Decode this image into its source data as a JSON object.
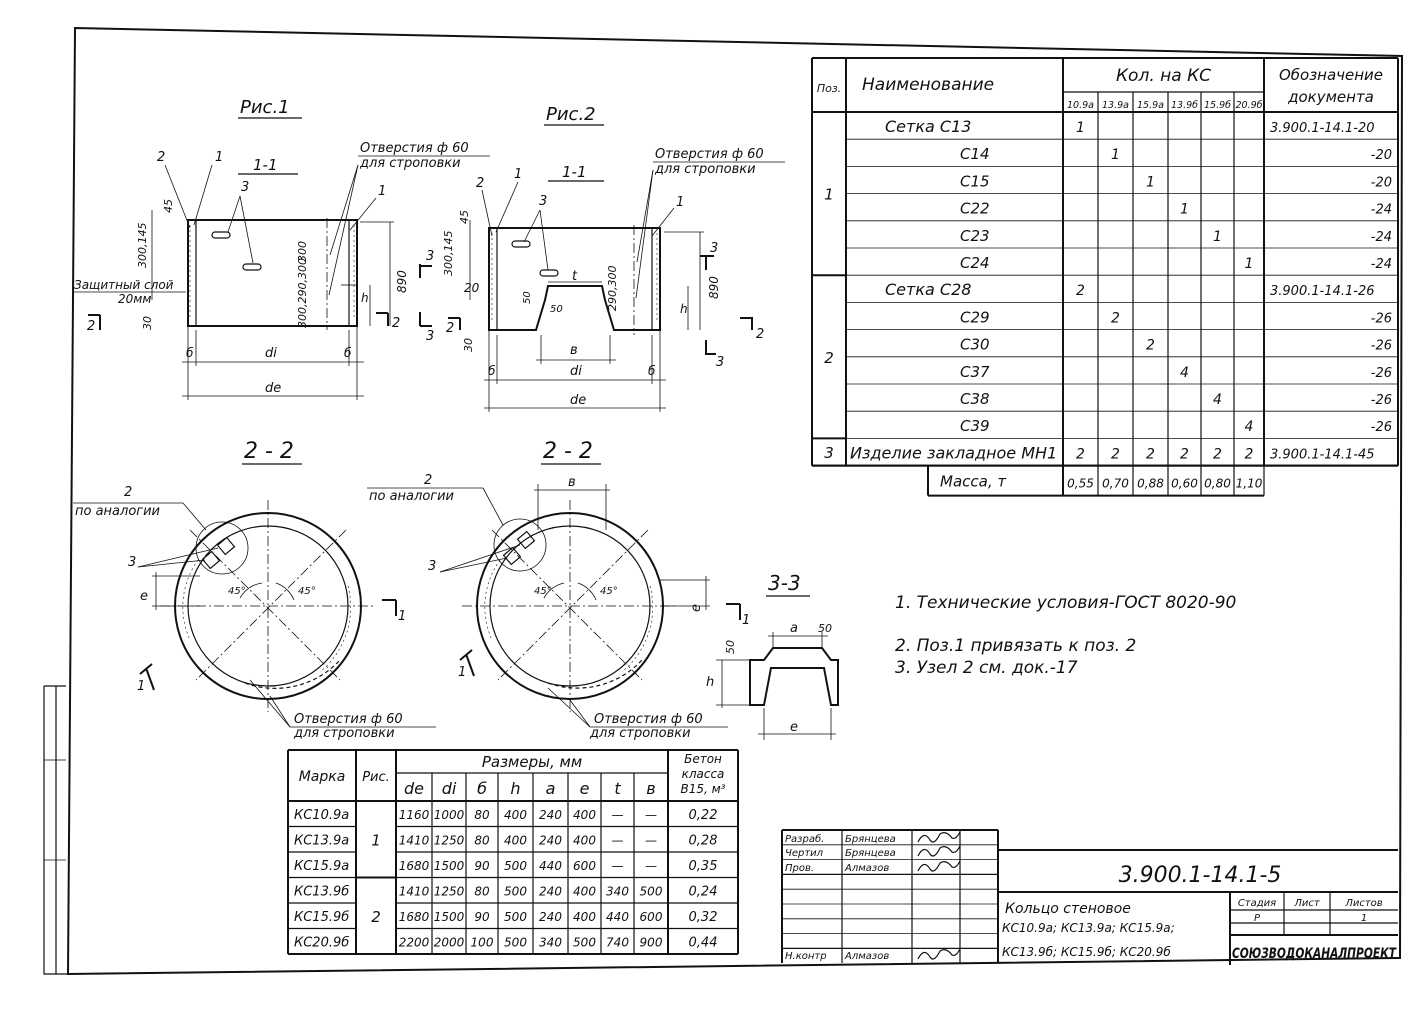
{
  "fig1": {
    "title": "Рис.1",
    "section": "1-1",
    "leader_2": "2",
    "leader_1": "1",
    "leader_3": "3",
    "hole_line1": "Отверстия ф 60",
    "hole_line2": "для строповки",
    "protective_line1": "Защитный слой",
    "protective_line2": "20мм",
    "dims": {
      "d45": "45",
      "d145": "300,145",
      "d300a": "300",
      "d30": "30",
      "d300b": "300,290,300",
      "d890": "890",
      "h": "h",
      "b": "б",
      "di": "di",
      "de": "de"
    },
    "cut2": "2",
    "cut3": "3"
  },
  "fig2": {
    "title": "Рис.2",
    "section": "1-1",
    "leader_2": "2",
    "leader_1": "1",
    "leader_3": "3",
    "hole_line1": "Отверстия ф 60",
    "hole_line2": "для строповки",
    "dims": {
      "d45": "45",
      "d145": "300,145",
      "d20": "20",
      "d30": "30",
      "d50a": "50",
      "d50b": "50",
      "t": "t",
      "d300b": "290,300",
      "d890": "890",
      "h": "h",
      "b": "б",
      "v": "в",
      "di": "di",
      "de": "de"
    },
    "cut2": "2",
    "cut3": "3"
  },
  "plan1": {
    "title": "2 - 2",
    "note_num": "2",
    "note_text": "по аналогии",
    "leader_3": "3",
    "e": "e",
    "a45a": "45°",
    "a45b": "45°",
    "cut_num": "1",
    "hole_line1": "Отверстия ф 60",
    "hole_line2": "для строповки"
  },
  "plan2": {
    "title": "2 - 2",
    "note_num": "2",
    "note_text": "по аналогии",
    "leader_3": "3",
    "v": "в",
    "e": "e",
    "a45a": "45°",
    "a45b": "45°",
    "cut_num": "1",
    "hole_line1": "Отверстия ф 60",
    "hole_line2": "для строповки"
  },
  "sec33": {
    "title": "3-3",
    "a": "a",
    "d50a": "50",
    "d50b": "50",
    "h": "h",
    "e": "e"
  },
  "notes": [
    "1. Технические условия-ГОСТ 8020-90",
    "2. Поз.1 привязать к поз. 2",
    "3. Узел 2 см. док.-17"
  ],
  "spec": {
    "headers": {
      "pos": "Поз.",
      "name": "Наименование",
      "qty": "Кол. на КС",
      "doc1": "Обозначение",
      "doc2": "документа"
    },
    "cols": [
      "10.9а",
      "13.9а",
      "15.9а",
      "13.9б",
      "15.9б",
      "20.9б"
    ],
    "rows": [
      {
        "name": "Сетка  С13",
        "q": [
          "1",
          "",
          "",
          "",
          "",
          ""
        ],
        "doc": "3.900.1-14.1-20"
      },
      {
        "name": "С14",
        "q": [
          "",
          "1",
          "",
          "",
          "",
          ""
        ],
        "doc": "-20"
      },
      {
        "name": "С15",
        "q": [
          "",
          "",
          "1",
          "",
          "",
          ""
        ],
        "doc": "-20"
      },
      {
        "name": "С22",
        "q": [
          "",
          "",
          "",
          "1",
          "",
          ""
        ],
        "doc": "-24"
      },
      {
        "name": "С23",
        "q": [
          "",
          "",
          "",
          "",
          "1",
          ""
        ],
        "doc": "-24"
      },
      {
        "name": "С24",
        "q": [
          "",
          "",
          "",
          "",
          "",
          "1"
        ],
        "doc": "-24"
      },
      {
        "name": "Сетка  С28",
        "q": [
          "2",
          "",
          "",
          "",
          "",
          ""
        ],
        "doc": "3.900.1-14.1-26"
      },
      {
        "name": "С29",
        "q": [
          "",
          "2",
          "",
          "",
          "",
          ""
        ],
        "doc": "-26"
      },
      {
        "name": "С30",
        "q": [
          "",
          "",
          "2",
          "",
          "",
          ""
        ],
        "doc": "-26"
      },
      {
        "name": "С37",
        "q": [
          "",
          "",
          "",
          "4",
          "",
          ""
        ],
        "doc": "-26"
      },
      {
        "name": "С38",
        "q": [
          "",
          "",
          "",
          "",
          "4",
          ""
        ],
        "doc": "-26"
      },
      {
        "name": "С39",
        "q": [
          "",
          "",
          "",
          "",
          "",
          "4"
        ],
        "doc": "-26"
      },
      {
        "name": "Изделие закладное МН1",
        "q": [
          "2",
          "2",
          "2",
          "2",
          "2",
          "2"
        ],
        "doc": "3.900.1-14.1-45"
      }
    ],
    "groups": [
      "1",
      "2",
      "3"
    ],
    "mass_label": "Масса, т",
    "mass": [
      "0,55",
      "0,70",
      "0,88",
      "0,60",
      "0,80",
      "1,10"
    ]
  },
  "dims_table": {
    "headers": {
      "mark": "Марка",
      "fig": "Рис.",
      "sizes": "Размеры, мм",
      "concrete1": "Бетон",
      "concrete2": "класса",
      "concrete3": "В15, м³"
    },
    "sub": [
      "de",
      "di",
      "б",
      "h",
      "a",
      "e",
      "t",
      "в"
    ],
    "figs": [
      "1",
      "2"
    ],
    "rows": [
      {
        "mark": "КС10.9а",
        "v": [
          "1160",
          "1000",
          "80",
          "400",
          "240",
          "400",
          "—",
          "—"
        ],
        "c": "0,22"
      },
      {
        "mark": "КС13.9а",
        "v": [
          "1410",
          "1250",
          "80",
          "400",
          "240",
          "400",
          "—",
          "—"
        ],
        "c": "0,28"
      },
      {
        "mark": "КС15.9а",
        "v": [
          "1680",
          "1500",
          "90",
          "500",
          "440",
          "600",
          "—",
          "—"
        ],
        "c": "0,35"
      },
      {
        "mark": "КС13.9б",
        "v": [
          "1410",
          "1250",
          "80",
          "500",
          "240",
          "400",
          "340",
          "500"
        ],
        "c": "0,24"
      },
      {
        "mark": "КС15.9б",
        "v": [
          "1680",
          "1500",
          "90",
          "500",
          "240",
          "400",
          "440",
          "600"
        ],
        "c": "0,32"
      },
      {
        "mark": "КС20.9б",
        "v": [
          "2200",
          "2000",
          "100",
          "500",
          "340",
          "500",
          "740",
          "900"
        ],
        "c": "0,44"
      }
    ]
  },
  "stamp": {
    "roles": [
      "Разраб.",
      "Чертил",
      "Пров.",
      "Н.контр"
    ],
    "names": [
      "Брянцева",
      "Брянцева",
      "Алмазов",
      "Алмазов"
    ],
    "code": "3.900.1-14.1-5",
    "title": [
      "Кольцо   стеновое",
      "КС10.9а; КС13.9а; КС15.9а;",
      "КС13.9б; КС15.9б; КС20.9б"
    ],
    "stage_label": "Стадия",
    "sheet_label": "Лист",
    "sheets_label": "Листов",
    "stage": "Р",
    "sheets": "1",
    "org": "СОЮЗВОДОКАНАЛПРОЕКТ"
  }
}
